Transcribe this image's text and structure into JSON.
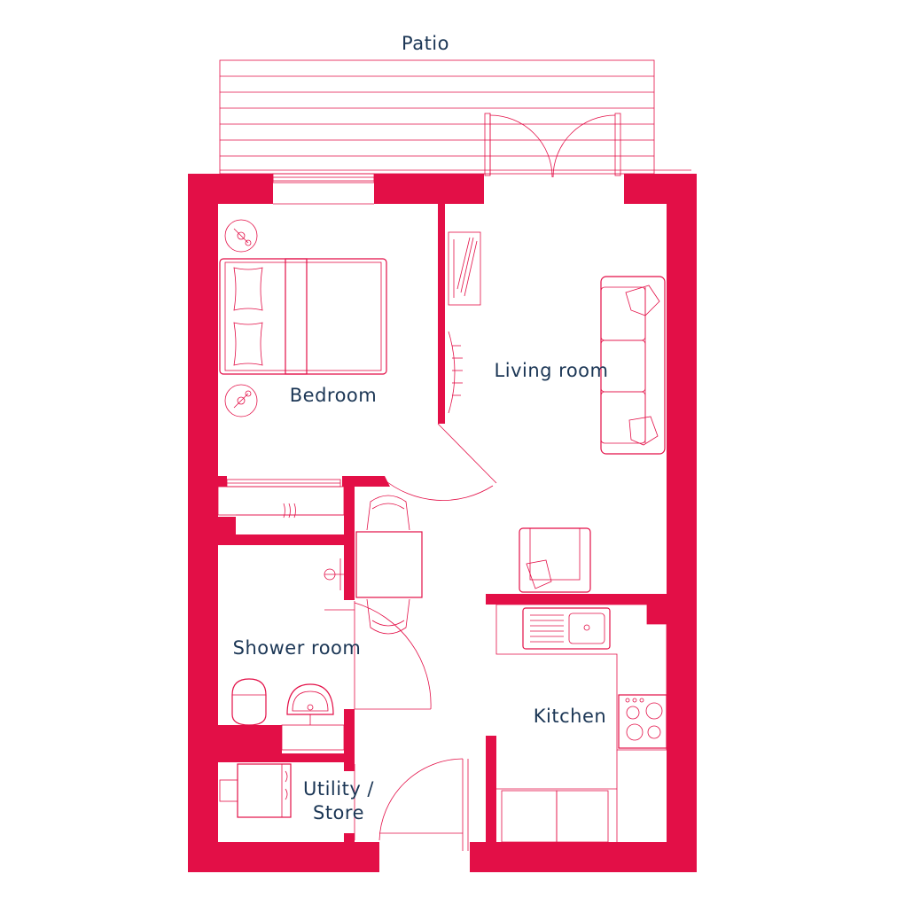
{
  "rooms": {
    "patio": "Patio",
    "bedroom": "Bedroom",
    "living_room": "Living room",
    "shower_room": "Shower room",
    "kitchen": "Kitchen",
    "utility_line1": "Utility /",
    "utility_line2": "Store"
  },
  "colors": {
    "wall": "#e30f47",
    "label_text": "#1b3655",
    "background": "#ffffff"
  },
  "icons": [
    "bed-icon",
    "bedside-lamp-icon",
    "sofa-icon",
    "armchair-icon",
    "tv-unit-icon",
    "radiator-icon",
    "dining-table-icon",
    "chair-icon",
    "kitchen-sink-icon",
    "hob-icon",
    "toilet-icon",
    "basin-icon",
    "washing-machine-icon",
    "wardrobe-icon",
    "door-icon",
    "patio-doors-icon",
    "window-icon",
    "shower-icon"
  ]
}
